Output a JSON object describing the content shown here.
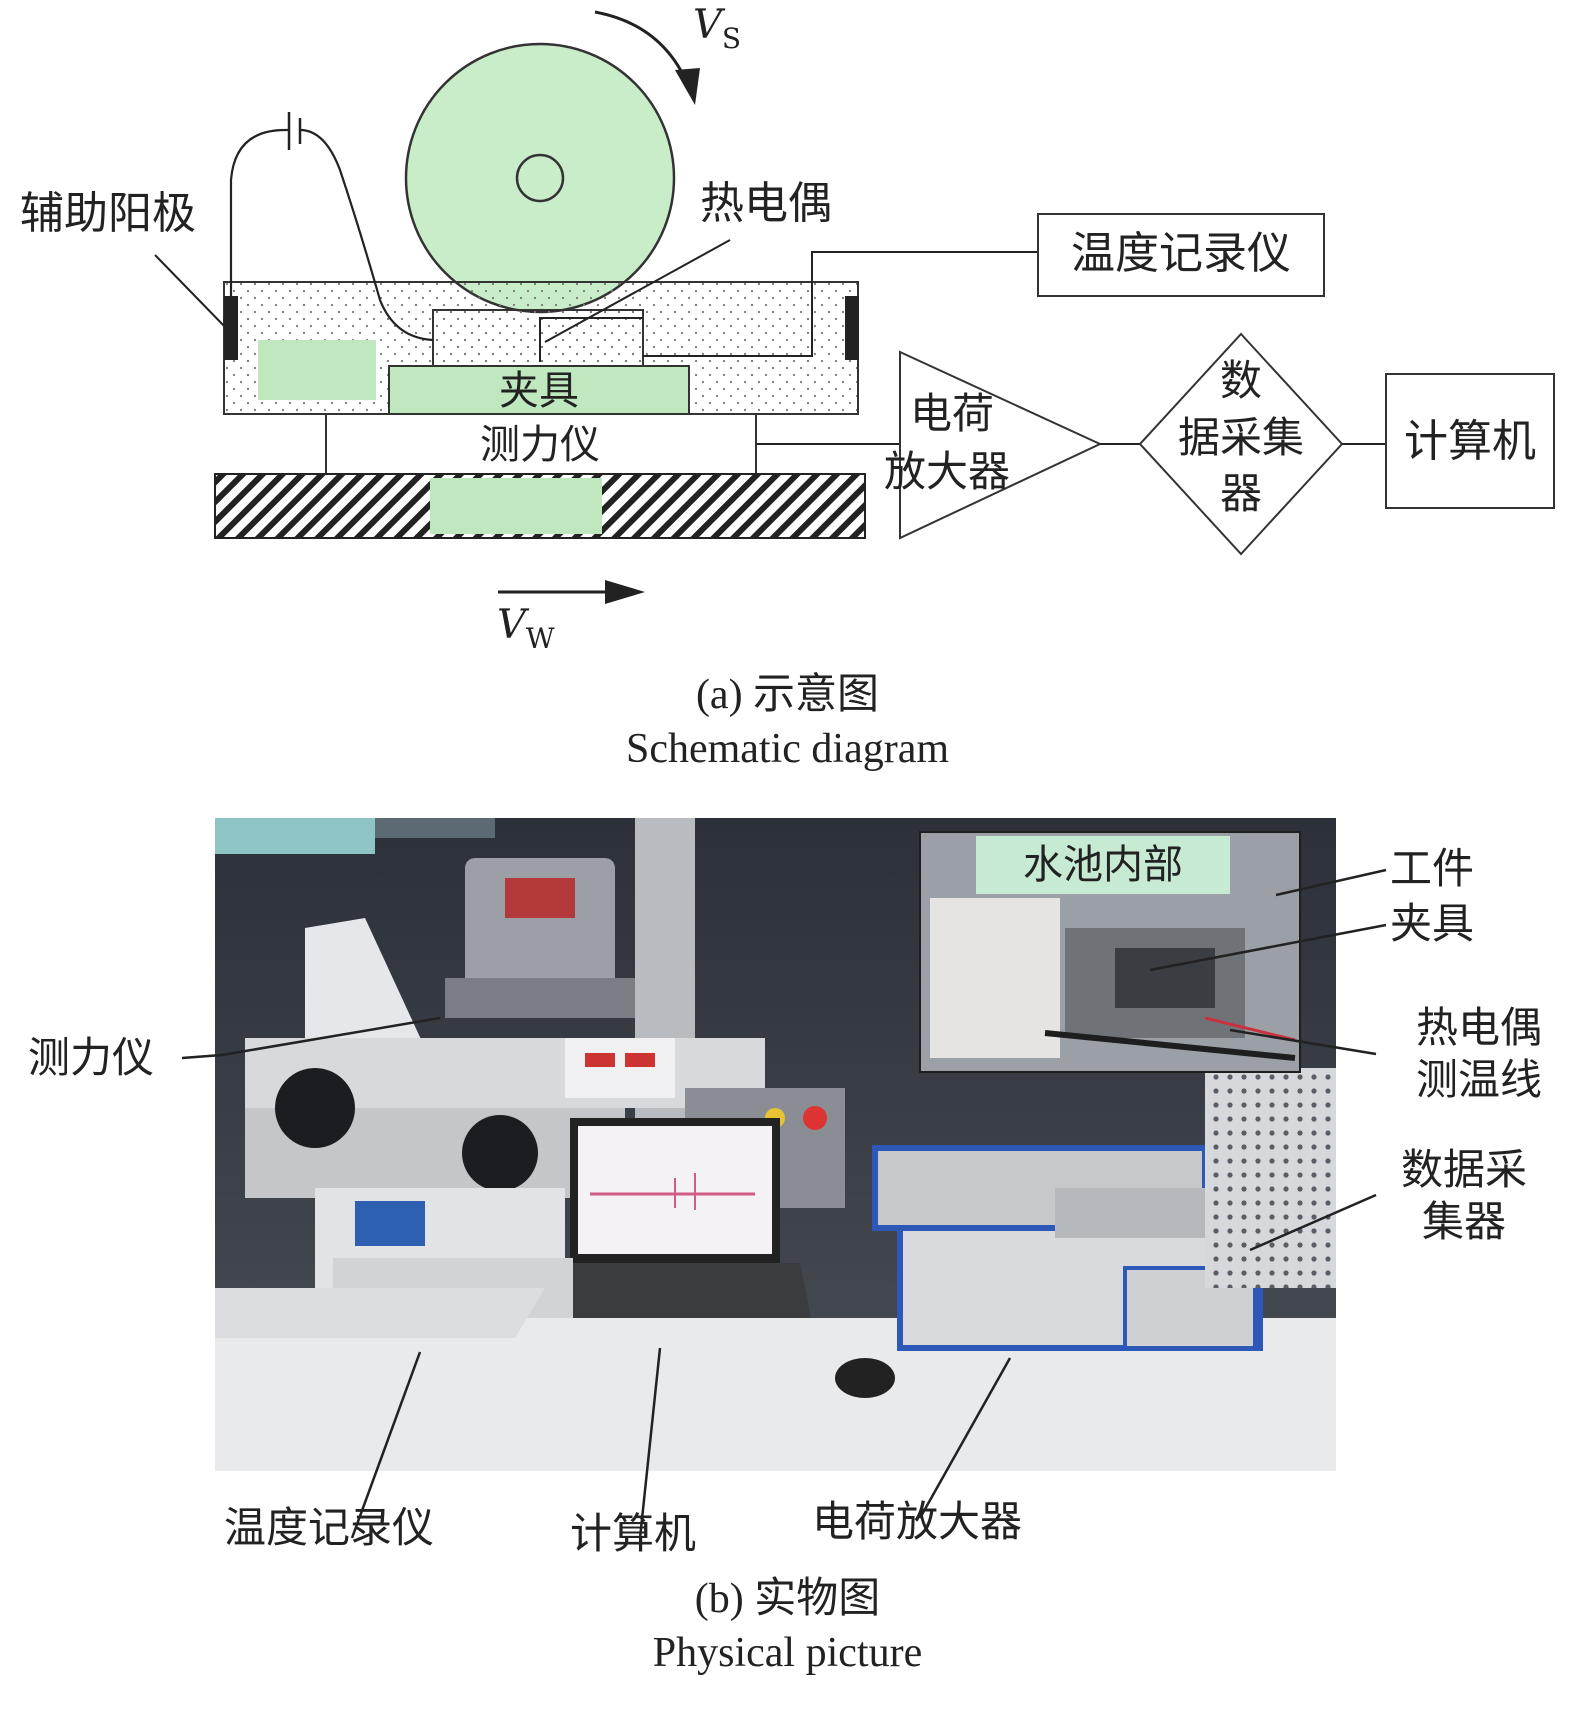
{
  "schematic": {
    "vs_label": "V",
    "vs_sub": "S",
    "vw_label": "V",
    "vw_sub": "W",
    "aux_anode": "辅助阳极",
    "thermocouple": "热电偶",
    "temp_recorder": "温度记录仪",
    "fixture": "夹具",
    "dynamometer": "测力仪",
    "charge_amp_line1": "电荷",
    "charge_amp_line2": "放大器",
    "daq_line1": "数",
    "daq_line2": "据采集",
    "daq_line3": "器",
    "computer": "计算机",
    "colors": {
      "wheel": "#c9ecc9",
      "workpiece": "#bfe8bf",
      "tank_dots": "#666666"
    }
  },
  "caption_a": {
    "cn": "(a) 示意图",
    "en": "Schematic diagram"
  },
  "photo": {
    "inset_title": "水池内部",
    "labels": {
      "workpiece": "工件",
      "fixture": "夹具",
      "thermo_line1": "热电偶",
      "thermo_line2": "测温线",
      "daq_line1": "数据采",
      "daq_line2": "集器",
      "dynamometer": "测力仪",
      "temp_recorder": "温度记录仪",
      "computer": "计算机",
      "charge_amp": "电荷放大器"
    }
  },
  "caption_b": {
    "cn": "(b) 实物图",
    "en": "Physical picture"
  }
}
